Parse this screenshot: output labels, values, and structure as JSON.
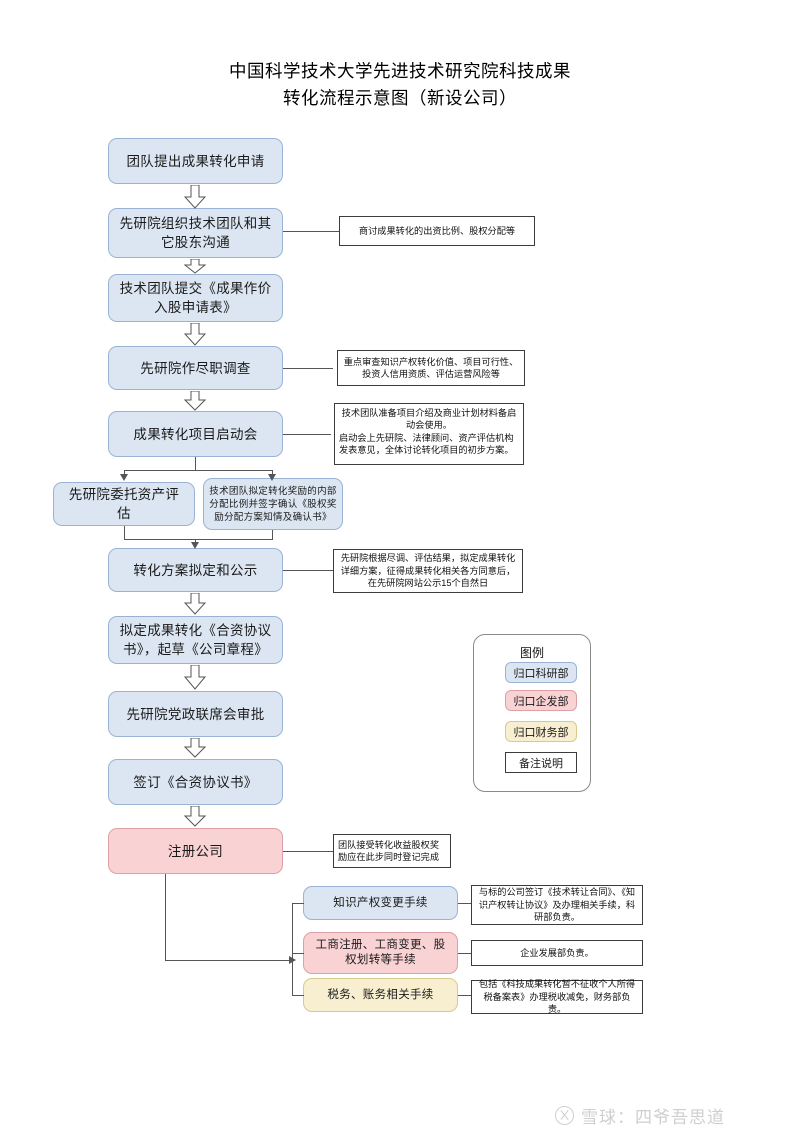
{
  "title": {
    "line1": "中国科学技术大学先进技术研究院科技成果",
    "line2": "转化流程示意图（新设公司）"
  },
  "flow": {
    "nodes": [
      {
        "id": "n1",
        "label": "团队提出成果转化申请",
        "color": "blue"
      },
      {
        "id": "n2",
        "label": "先研院组织技术团队和其它股东沟通",
        "color": "blue"
      },
      {
        "id": "n3",
        "label": "技术团队提交《成果作价入股申请表》",
        "color": "blue"
      },
      {
        "id": "n4",
        "label": "先研院作尽职调查",
        "color": "blue"
      },
      {
        "id": "n5",
        "label": "成果转化项目启动会",
        "color": "blue"
      },
      {
        "id": "n6",
        "label": "先研院委托资产评估",
        "color": "blue"
      },
      {
        "id": "n7",
        "label": "技术团队拟定转化奖励的内部分配比例并签字确认《股权奖励分配方案知情及确认书》",
        "color": "blue"
      },
      {
        "id": "n8",
        "label": "转化方案拟定和公示",
        "color": "blue"
      },
      {
        "id": "n9",
        "label": "拟定成果转化《合资协议书》，起草《公司章程》",
        "color": "blue"
      },
      {
        "id": "n10",
        "label": "先研院党政联席会审批",
        "color": "blue"
      },
      {
        "id": "n11",
        "label": "签订《合资协议书》",
        "color": "blue"
      },
      {
        "id": "n12",
        "label": "注册公司",
        "color": "pink"
      },
      {
        "id": "n13",
        "label": "知识产权变更手续",
        "color": "blue"
      },
      {
        "id": "n14",
        "label": "工商注册、工商变更、股权划转等手续",
        "color": "pink"
      },
      {
        "id": "n15",
        "label": "税务、账务相关手续",
        "color": "yellow"
      }
    ]
  },
  "notes": [
    {
      "id": "a1",
      "text": "商讨成果转化的出资比例、股权分配等"
    },
    {
      "id": "a2",
      "text": "重点审查知识产权转化价值、项目可行性、投资人信用资质、评估运营风险等"
    },
    {
      "id": "a3",
      "text": "技术团队准备项目介绍及商业计划材料备启动会使用。"
    },
    {
      "id": "a3b",
      "text": "启动会上先研院、法律顾问、资产评估机构发表意见，全体讨论转化项目的初步方案。"
    },
    {
      "id": "a4",
      "text": "先研院根据尽调、评估结果，拟定成果转化详细方案，征得成果转化相关各方同意后，在先研院网站公示15个自然日"
    },
    {
      "id": "a5",
      "text": "团队接受转化收益股权奖励应在此步同时登记完成"
    },
    {
      "id": "a6",
      "text": "与标的公司签订《技术转让合同》、《知识产权转让协议》及办理相关手续，科研部负责。"
    },
    {
      "id": "a7",
      "text": "企业发展部负责。"
    },
    {
      "id": "a8",
      "text": "包括《科技成果转化暂不征收个人所得税备案表》办理税收减免，财务部负责。"
    }
  ],
  "legend": {
    "title": "图例",
    "items": [
      {
        "label": "归口科研部",
        "style": "chip-blue"
      },
      {
        "label": "归口企发部",
        "style": "chip-pink"
      },
      {
        "label": "归口财务部",
        "style": "chip-yellow"
      },
      {
        "label": "备注说明",
        "style": "chip-white"
      }
    ]
  },
  "watermark": {
    "text": "雪球：四爷吾思道"
  },
  "colors": {
    "blue_fill": "#dce6f2",
    "blue_border": "#9ab3d4",
    "pink_fill": "#f9d2d4",
    "pink_border": "#dda0a5",
    "yellow_fill": "#f8efd0",
    "yellow_border": "#d9c98d",
    "line": "#555555",
    "note_border": "#3c3c3c",
    "watermark": "#cfcfcf"
  }
}
